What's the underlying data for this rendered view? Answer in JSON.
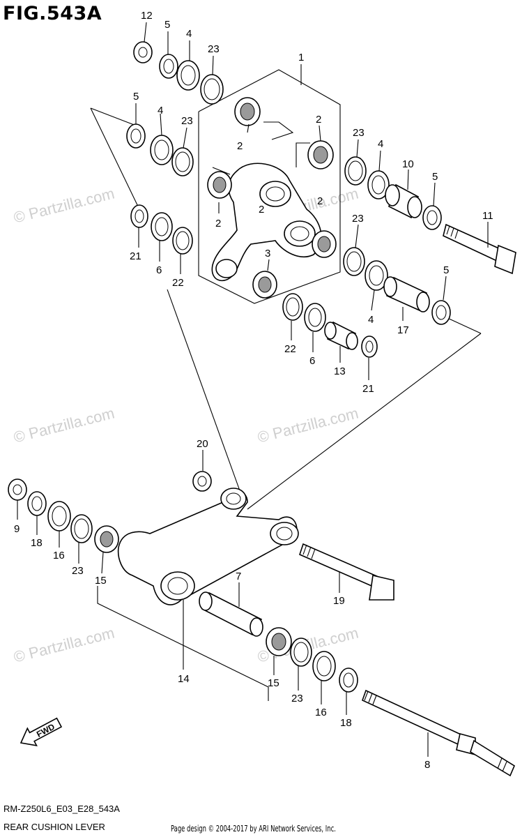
{
  "figure": {
    "title": "FIG.543A",
    "model_code": "RM-Z250L6_E03_E28_543A",
    "name": "REAR CUSHION LEVER",
    "credit": "Page design © 2004-2017 by ARI Network Services, Inc."
  },
  "watermark": "© Partzilla.com",
  "callouts": [
    "12",
    "5",
    "4",
    "23",
    "1",
    "5",
    "4",
    "23",
    "2",
    "2",
    "2",
    "2",
    "23",
    "4",
    "10",
    "5",
    "11",
    "23",
    "21",
    "6",
    "22",
    "5",
    "3",
    "4",
    "17",
    "22",
    "6",
    "13",
    "21",
    "20",
    "9",
    "18",
    "16",
    "23",
    "15",
    "7",
    "19",
    "14",
    "15",
    "23",
    "16",
    "18",
    "8",
    "2"
  ],
  "fwd_label": "FWD"
}
